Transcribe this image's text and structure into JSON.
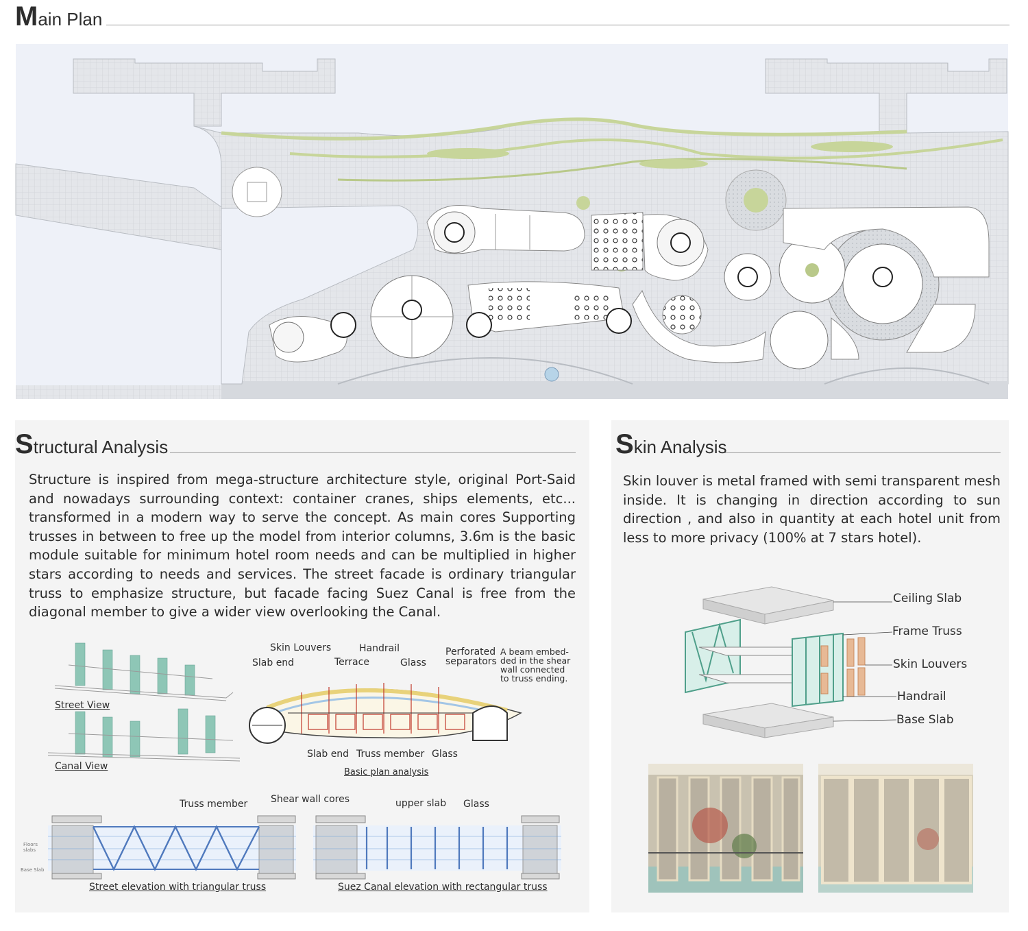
{
  "main_plan": {
    "title_cap": "M",
    "title_rest": "ain Plan"
  },
  "structural": {
    "title_cap": "S",
    "title_rest": "tructural Analysis",
    "paragraph": "Structure is inspired from mega-structure architecture style, original Port-Said and nowadays surrounding context: container cranes, ships elements, etc... transformed in a modern way to serve the concept. As main cores Supporting trusses in between to free up the model from interior columns, 3.6m is the basic module suitable for minimum hotel room needs and can be multiplied in higher stars according to needs and services. The street facade is ordinary triangular truss to emphasize structure, but facade facing Suez Canal is free from the diagonal member to give a wider view overlooking the Canal.",
    "views": {
      "street": "Street View",
      "canal": "Canal View"
    },
    "plan_labels": {
      "skin_louvers": "Skin Louvers",
      "handrail": "Handrail",
      "slab_end_top": "Slab end",
      "terrace": "Terrace",
      "glass_top": "Glass",
      "perforated": "Perforated separators",
      "beam_note": "A beam embed-ded in the shear wall connected to truss ending.",
      "slab_end_bottom": "Slab end",
      "truss_member": "Truss member",
      "glass_bottom": "Glass",
      "caption": "Basic plan analysis"
    },
    "elevation_labels": {
      "truss_member": "Truss member",
      "shear_wall_cores": "Shear wall cores",
      "upper_slab": "upper slab",
      "glass": "Glass",
      "floors_slabs": "Floors slabs",
      "base_slab": "Base Slab",
      "street_caption": "Street elevation with triangular truss",
      "canal_caption": "Suez Canal elevation with rectangular truss"
    }
  },
  "skin": {
    "title_cap": "S",
    "title_rest": "kin Analysis",
    "paragraph": "Skin louver is metal framed with semi transparent mesh inside. It is changing in direction according to sun direction , and also in quantity at each hotel unit from less to more privacy (100% at 7 stars hotel).",
    "layers": {
      "ceiling_slab": "Ceiling Slab",
      "frame_truss": "Frame Truss",
      "skin_louvers": "Skin Louvers",
      "handrail": "Handrail",
      "base_slab": "Base Slab"
    }
  },
  "colors": {
    "heading": "#2d2d2d",
    "panel_bg": "#f4f4f4",
    "plan_bg": "#eef1f8",
    "green": "#c7d59a",
    "truss_blue": "#4f79bd",
    "louver_green": "#6fb5a4",
    "louver_wood": "#c98b5f"
  }
}
